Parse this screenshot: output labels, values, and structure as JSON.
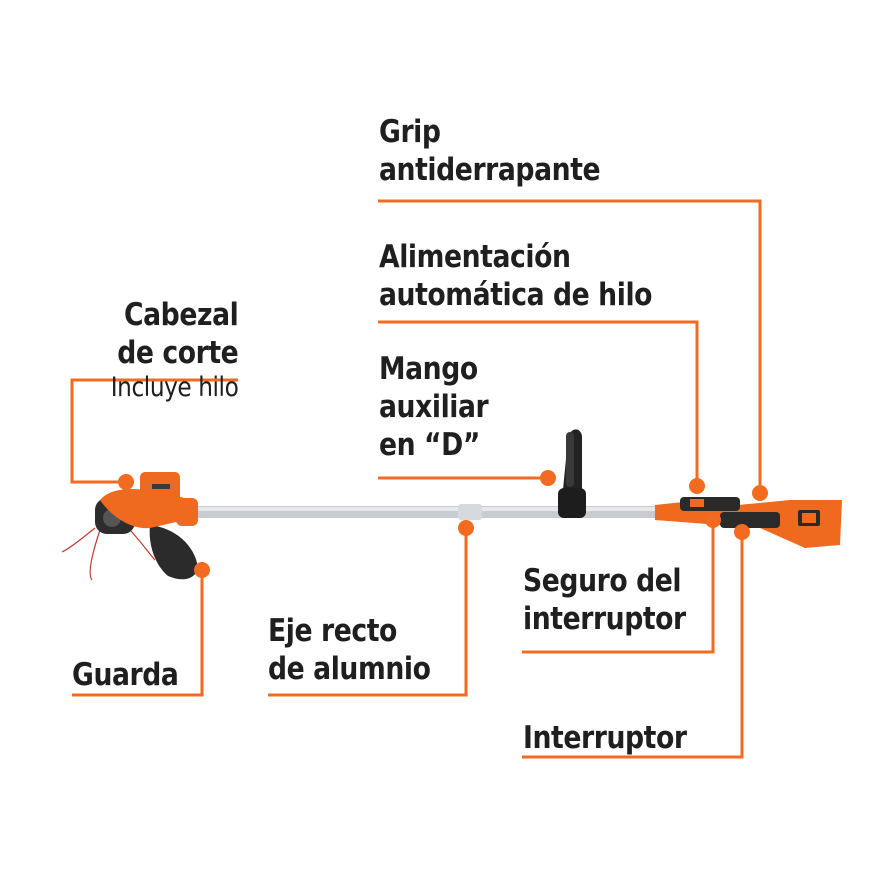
{
  "colors": {
    "accent": "#f26b21",
    "line": "#f26b21",
    "shaft": "#c8cbd0",
    "body": "#ef6a1f",
    "dark": "#222222",
    "text": "#1f1f1f"
  },
  "callouts": {
    "grip": {
      "line1": "Grip",
      "line2": "antiderrapante"
    },
    "alimentacion": {
      "line1": "Alimentación",
      "line2": "automática de hilo"
    },
    "cabezal": {
      "line1": "Cabezal",
      "line2": "de corte",
      "sub": "Incluye hilo"
    },
    "mango": {
      "line1": "Mango",
      "line2": "auxiliar",
      "line3": "en “D”"
    },
    "seguro": {
      "line1": "Seguro del",
      "line2": "interruptor"
    },
    "eje": {
      "line1": "Eje recto",
      "line2": "de alumnio"
    },
    "guarda": {
      "line1": "Guarda"
    },
    "interruptor": {
      "line1": "Interruptor"
    }
  },
  "icons": [
    "string-trimmer-product-image"
  ]
}
